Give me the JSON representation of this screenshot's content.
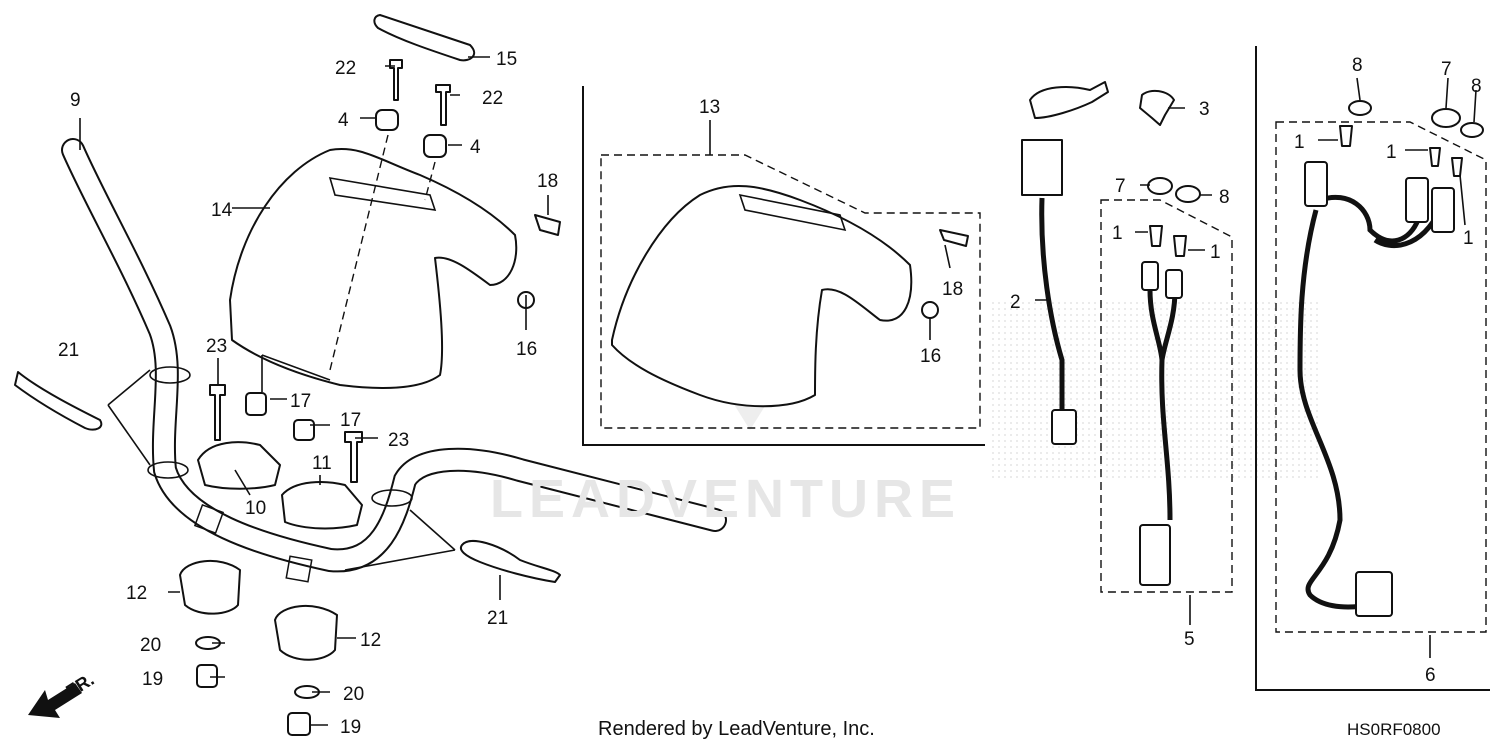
{
  "footer": {
    "rendered_by": "Rendered by LeadVenture, Inc.",
    "diagram_code": "HS0RF0800"
  },
  "watermark": {
    "text": "LEADVENTURE"
  },
  "callouts": {
    "c1a": "1",
    "c1b": "1",
    "c1c": "1",
    "c1d": "1",
    "c1e": "1",
    "c2": "2",
    "c3": "3",
    "c4a": "4",
    "c4b": "4",
    "c5": "5",
    "c6": "6",
    "c7a": "7",
    "c7b": "7",
    "c8a": "8",
    "c8b": "8",
    "c8c": "8",
    "c9": "9",
    "c10": "10",
    "c11": "11",
    "c12a": "12",
    "c12b": "12",
    "c13": "13",
    "c14": "14",
    "c15": "15",
    "c16a": "16",
    "c16b": "16",
    "c17a": "17",
    "c17b": "17",
    "c18a": "18",
    "c18b": "18",
    "c19a": "19",
    "c19b": "19",
    "c20a": "20",
    "c20b": "20",
    "c21a": "21",
    "c21b": "21",
    "c22a": "22",
    "c22b": "22",
    "c23a": "23",
    "c23b": "23"
  },
  "direction": {
    "front_label": "FR."
  },
  "icons": {
    "front_arrow": "front-direction-arrow-icon"
  }
}
